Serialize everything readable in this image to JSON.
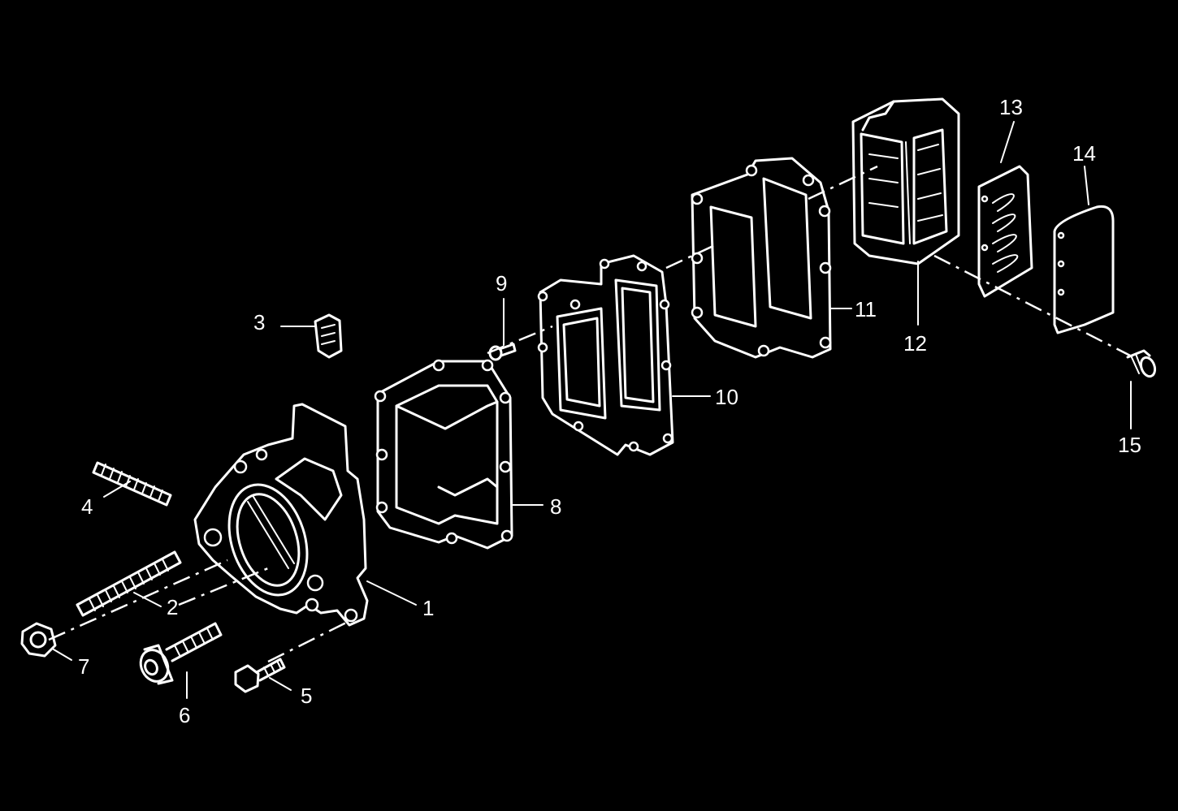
{
  "diagram": {
    "background": "#000000",
    "line_color": "#ffffff",
    "callouts": [
      {
        "id": "c1",
        "label": "1"
      },
      {
        "id": "c2",
        "label": "2"
      },
      {
        "id": "c3",
        "label": "3"
      },
      {
        "id": "c4",
        "label": "4"
      },
      {
        "id": "c5",
        "label": "5"
      },
      {
        "id": "c6",
        "label": "6"
      },
      {
        "id": "c7",
        "label": "7"
      },
      {
        "id": "c8",
        "label": "8"
      },
      {
        "id": "c9",
        "label": "9"
      },
      {
        "id": "c10",
        "label": "10"
      },
      {
        "id": "c11",
        "label": "11"
      },
      {
        "id": "c12",
        "label": "12"
      },
      {
        "id": "c13",
        "label": "13"
      },
      {
        "id": "c14",
        "label": "14"
      },
      {
        "id": "c15",
        "label": "15"
      }
    ]
  }
}
